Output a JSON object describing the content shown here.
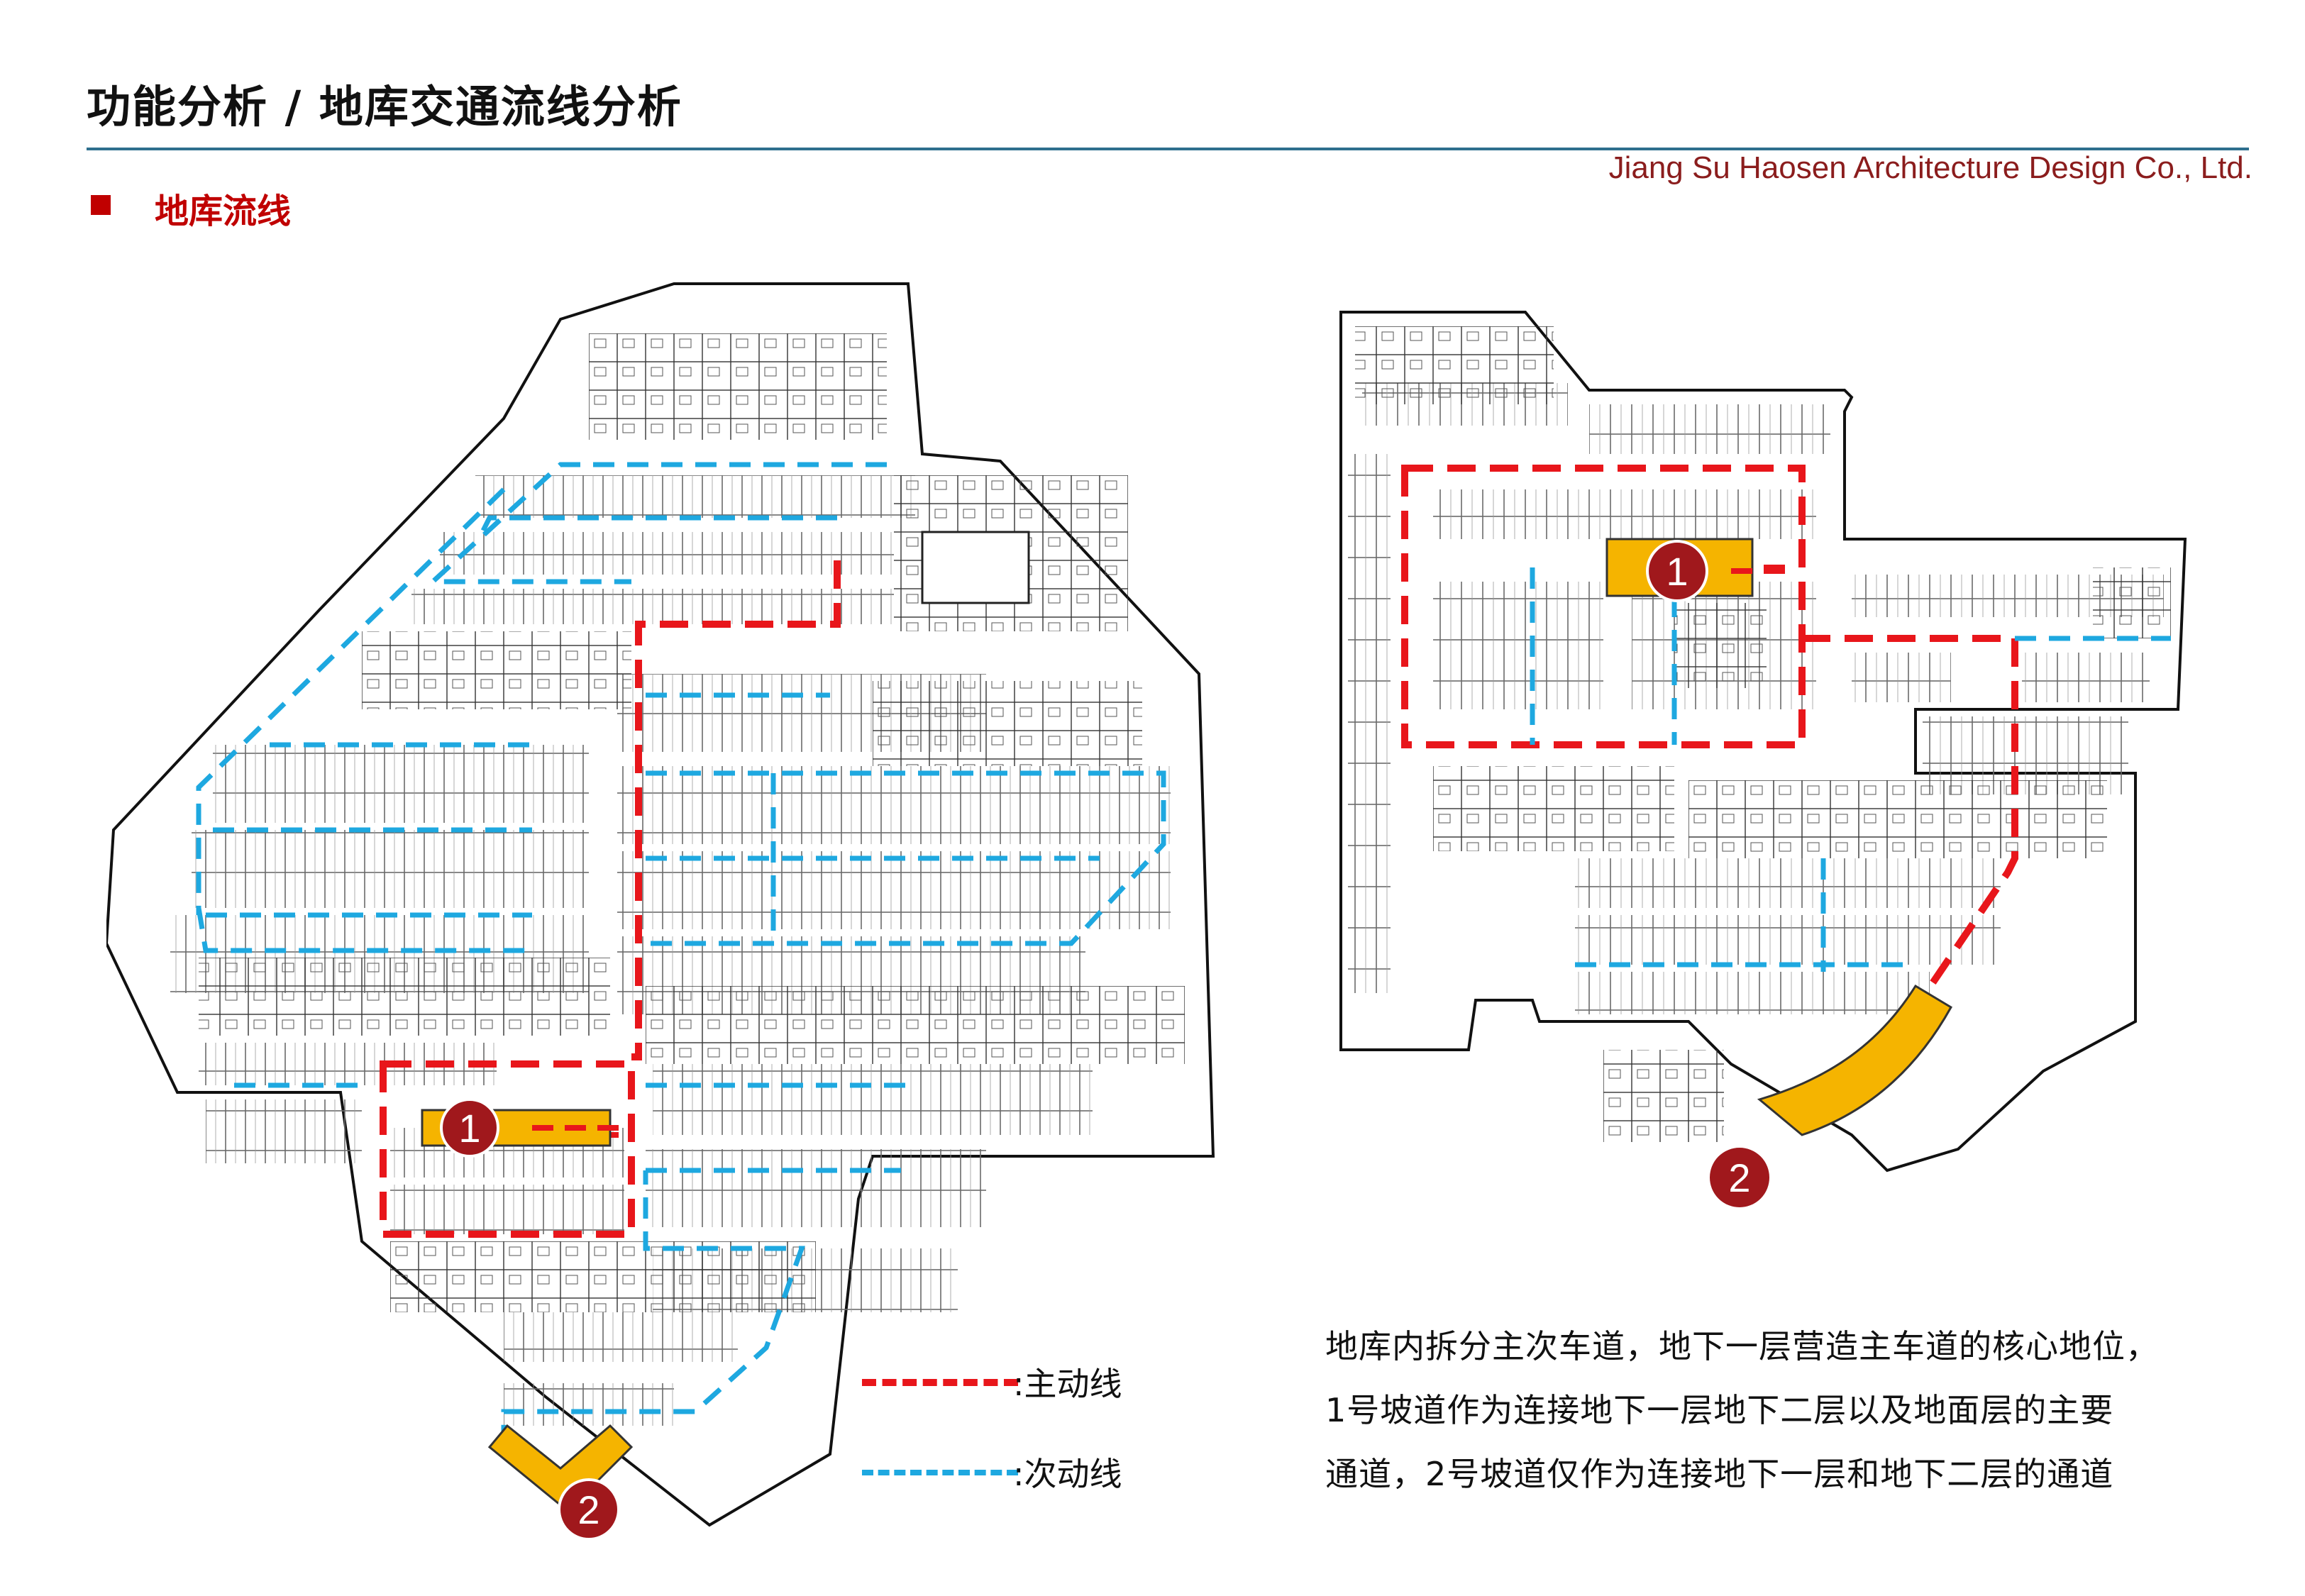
{
  "header": {
    "title": "功能分析 / 地库交通流线分析",
    "company": "Jiang Su Haosen Architecture Design Co., Ltd."
  },
  "section": {
    "title": "地库流线"
  },
  "plans": {
    "left": {
      "ramp1_label": "1",
      "ramp2_label": "2"
    },
    "right": {
      "ramp1_label": "1",
      "ramp2_label": "2"
    }
  },
  "legend": {
    "main_label": ":主动线",
    "sub_label": ":次动线",
    "main_color": "#e8161b",
    "sub_color": "#1ea8e0"
  },
  "description": {
    "lines": [
      "地库内拆分主次车道，地下一层营造主车道的核心地位，",
      "1号坡道作为连接地下一层地下二层以及地面层的主要",
      "通道，2号坡道仅作为连接地下一层和地下二层的通道"
    ]
  },
  "colors": {
    "ramp_fill": "#f5b400",
    "badge_fill": "#a0181c",
    "title_rule": "#2e6f8e",
    "accent_red": "#c00000"
  }
}
